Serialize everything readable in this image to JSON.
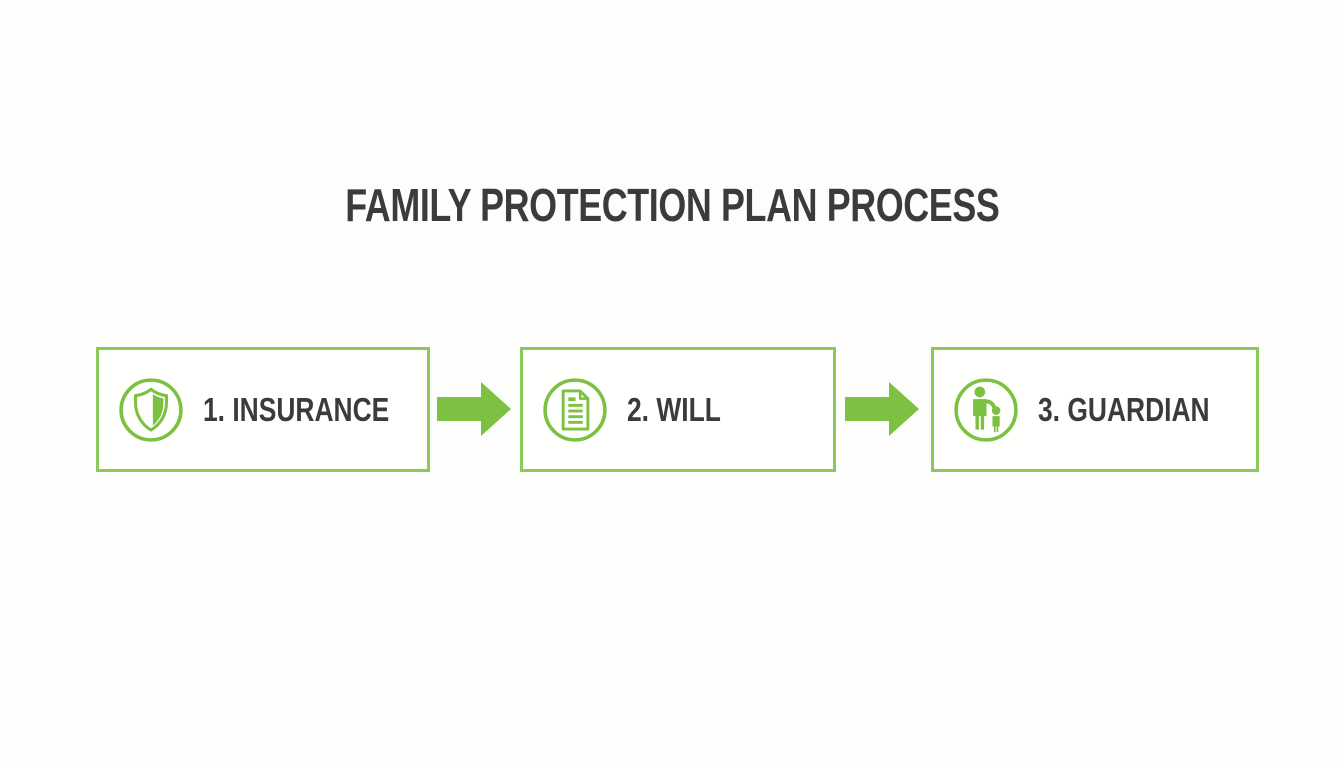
{
  "title": "FAMILY PROTECTION PLAN PROCESS",
  "colors": {
    "green": "#7cc142",
    "green-border": "#8bc95c",
    "text": "#3b3b3d",
    "background": "#fdfdfc"
  },
  "steps": [
    {
      "label": "1. INSURANCE",
      "icon": "shield-half-icon"
    },
    {
      "label": "2. WILL",
      "icon": "will-document-icon"
    },
    {
      "label": "3. GUARDIAN",
      "icon": "guardian-family-icon"
    }
  ],
  "connectors": [
    {
      "icon": "arrow-right-icon"
    },
    {
      "icon": "arrow-right-icon"
    }
  ]
}
